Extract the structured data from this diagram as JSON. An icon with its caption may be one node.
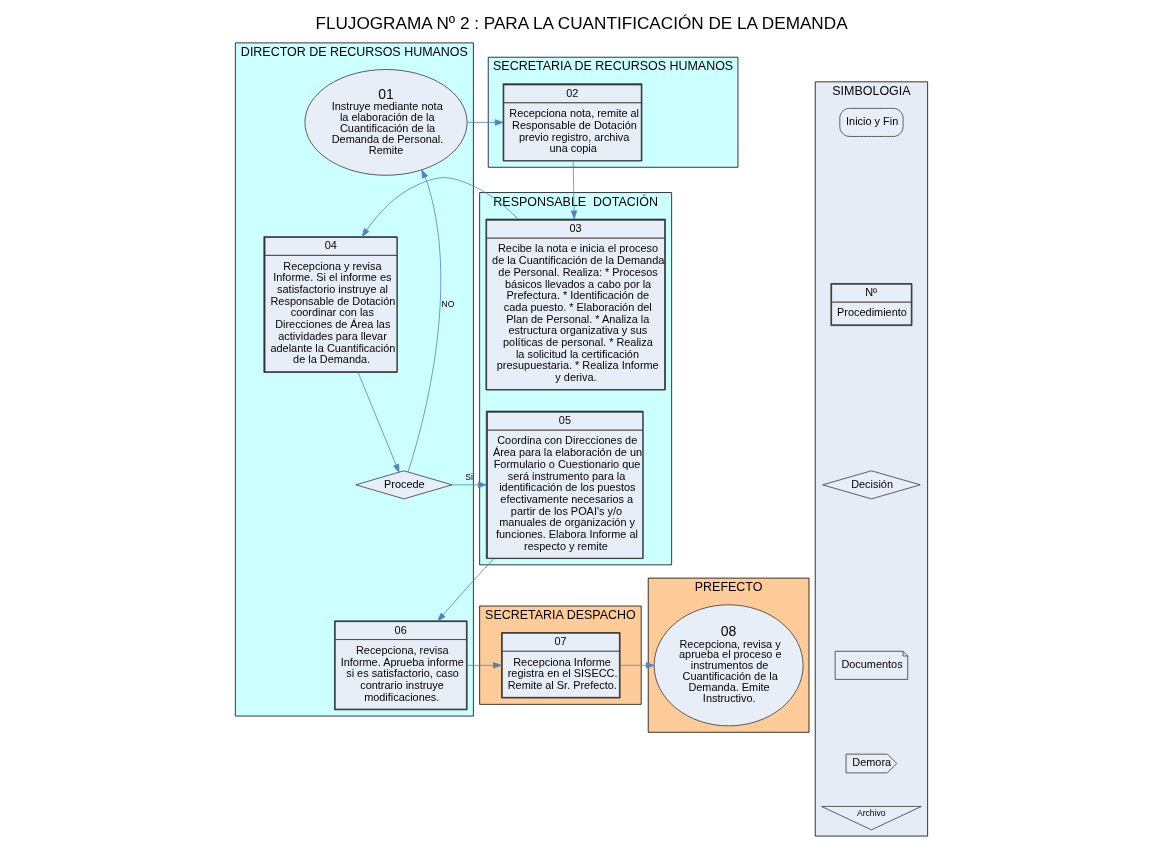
{
  "diagram": {
    "title": "FLUJOGRAMA Nº 2 : PARA LA CUANTIFICACIÓN DE LA DEMANDA",
    "nodes": [
      {
        "text": [
          "DIRECTOR DE RECURSOS HUMANOS"
        ]
      },
      {
        "text": [
          "SECRETARIA DE RECURSOS HUMANOS"
        ]
      },
      {
        "text": [
          "RESPONSABLE  DOTACIÓN"
        ]
      },
      {
        "text": [
          "SECRETARIA DESPACHO"
        ]
      },
      {
        "text": [
          "PREFECTO"
        ]
      },
      {
        "text": [
          "SIMBOLOGIA"
        ]
      },
      {
        "text": [
          "01",
          "Instruye mediante nota la elaboración de la Cuantificación de la Demanda de Personal. Remite"
        ],
        "in": 0
      },
      {
        "text": [
          "02",
          "Recepciona nota, remite al Responsable de Dotación previo registro, archiva una copia"
        ],
        "in": 1
      },
      {
        "text": [
          "03",
          "Recibe la nota e inicia el proceso de la Cuantificación de la Demanda de Personal. Realiza: * Procesos básicos llevados a cabo por la Prefectura. * Identificación de cada puesto. * Elaboración del Plan de Personal. * Analiza la estructura organizativa y sus políticas de personal. * Realiza la solicitud la certificación presupuestaria. * Realiza Informe y deriva."
        ],
        "in": 2
      },
      {
        "text": [
          "04",
          "Recepciona y revisa Informe. Si el informe es satisfactorio instruye al Responsable de Dotación coordinar con las Direcciones de Área las actividades para llevar adelante la Cuantificación de la Demanda."
        ],
        "in": 0
      },
      {
        "text": [
          "Procede"
        ],
        "in": 0
      },
      {
        "text": [
          "05",
          "Coordina con Direcciones de Área para la elaboración de un Formulario o Cuestionario que será instrumento para la identificación de los puestos efectivamente necesarios a partir de los POAI's y/o manuales de organización y funciones. Elabora Informe al respecto y remite"
        ],
        "in": 2
      },
      {
        "text": [
          "06",
          "Recepciona, revisa Informe. Aprueba informe si es satisfactorio, caso contrario instruye modificaciones."
        ],
        "in": 0
      },
      {
        "text": [
          "07",
          "Recepciona Informe registra en el SISECC. Remite al Sr. Prefecto."
        ],
        "in": 3
      },
      {
        "text": [
          "08",
          "Recepciona, revisa y aprueba el proceso e instrumentos de Cuantificación de la Demanda. Emite Instructivo."
        ],
        "in": 4
      },
      {
        "text": [
          "Inicio y Fin"
        ],
        "in": 5
      },
      {
        "text": [
          "Nº",
          "Procedimiento"
        ],
        "in": 5
      },
      {
        "text": [
          "Decisión"
        ],
        "in": 5
      },
      {
        "text": [
          "Documentos"
        ],
        "in": 5
      },
      {
        "text": [
          "Demora"
        ],
        "in": 5
      },
      {
        "text": [
          "Archivo"
        ],
        "in": 5
      }
    ],
    "edges": [
      {
        "from": 6,
        "to": 7,
        "arrow": "to"
      },
      {
        "from": 7,
        "to": 8,
        "arrow": "to"
      },
      {
        "from": 8,
        "to": 9,
        "arrow": "to"
      },
      {
        "from": 9,
        "to": 10,
        "arrow": "to"
      },
      {
        "from": 10,
        "to": 6,
        "arrow": "to",
        "label": "NO"
      },
      {
        "from": 10,
        "to": 11,
        "arrow": "to",
        "label": "Si"
      },
      {
        "from": 11,
        "to": 12,
        "arrow": "to"
      },
      {
        "from": 12,
        "to": 13,
        "arrow": "to"
      },
      {
        "from": 13,
        "to": 14,
        "arrow": "to"
      }
    ]
  }
}
